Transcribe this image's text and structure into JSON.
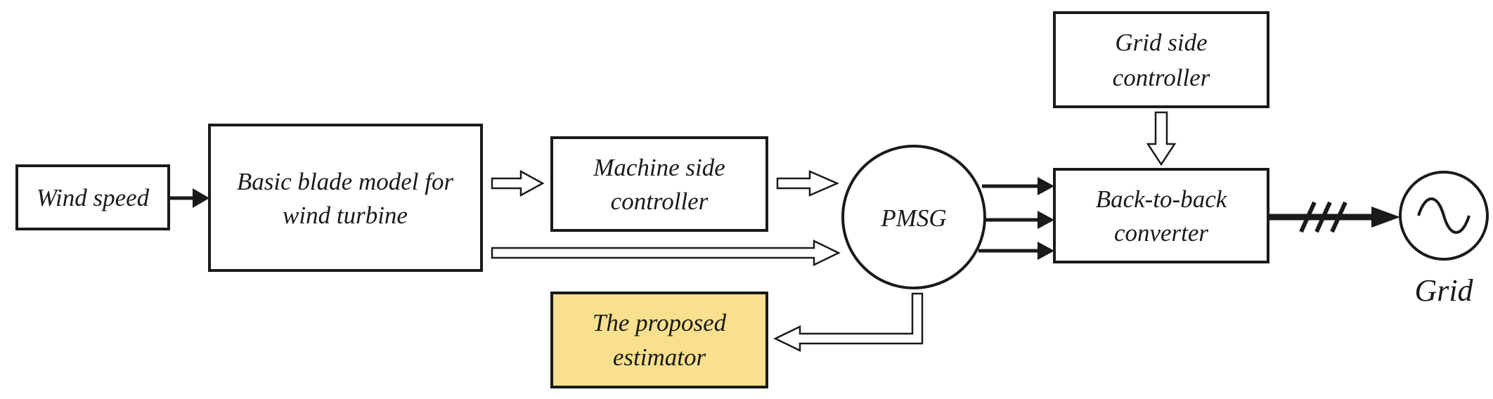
{
  "blocks": {
    "wind_speed": {
      "lines": [
        "Wind speed"
      ]
    },
    "blade_model": {
      "lines": [
        "Basic blade model for",
        "wind turbine"
      ]
    },
    "machine_controller": {
      "lines": [
        "Machine side",
        "controller"
      ]
    },
    "pmsg": {
      "lines": [
        "PMSG"
      ]
    },
    "grid_controller": {
      "lines": [
        "Grid side",
        "controller"
      ]
    },
    "converter": {
      "lines": [
        "Back-to-back",
        "converter"
      ]
    },
    "estimator": {
      "lines": [
        "The proposed",
        "estimator"
      ]
    },
    "grid": {
      "label": "Grid"
    }
  },
  "colors": {
    "estimator_fill": "#f8e08e",
    "stroke": "#1a1a1a"
  }
}
